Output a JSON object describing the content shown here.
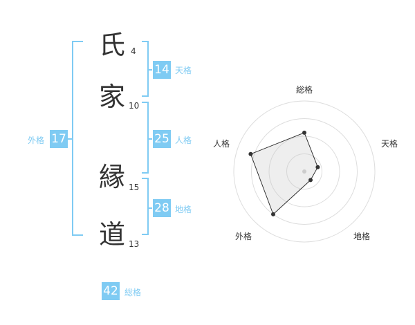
{
  "name_chars": [
    {
      "char": "氏",
      "strokes": "4"
    },
    {
      "char": "家",
      "strokes": "10"
    },
    {
      "char": "縁",
      "strokes": "15"
    },
    {
      "char": "道",
      "strokes": "13"
    }
  ],
  "fortunes": {
    "tenkaku": {
      "value": "14",
      "label": "天格"
    },
    "jinkaku": {
      "value": "25",
      "label": "人格"
    },
    "chikaku": {
      "value": "28",
      "label": "地格"
    },
    "gaikaku": {
      "value": "17",
      "label": "外格"
    },
    "soukaku": {
      "value": "42",
      "label": "総格"
    }
  },
  "colors": {
    "accent": "#7fcbf3",
    "text": "#333333",
    "grid": "#dddddd"
  },
  "chart_data": {
    "type": "radar",
    "axes": [
      "総格",
      "天格",
      "地格",
      "外格",
      "人格"
    ],
    "values": [
      0.55,
      0.2,
      0.15,
      0.75,
      0.8
    ],
    "range": [
      0,
      1
    ],
    "rings": 4
  }
}
